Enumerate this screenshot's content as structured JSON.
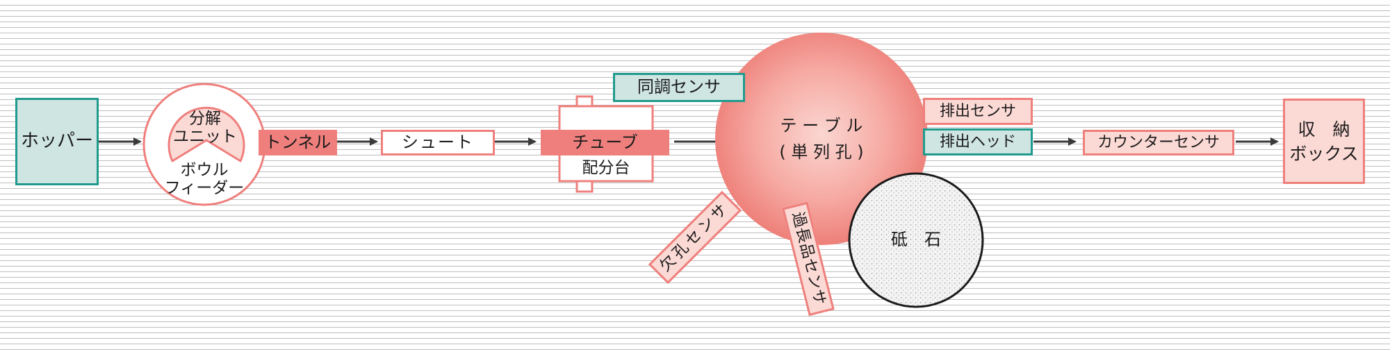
{
  "colors": {
    "teal_fill": "#cfe5e2",
    "teal_border": "#1f9a8c",
    "pink_fill": "#fbd9d5",
    "pink_border": "#ee7f7c",
    "salmon_fill": "#ee7f7c",
    "table_center": "#fbd6d1",
    "table_edge": "#ef8680",
    "arrow": "#3a3a3a"
  },
  "nodes": {
    "hopper": "ホッパー",
    "separation_unit": "分解\nユニット",
    "bowl_feeder": "ボウル\nフィーダー",
    "tunnel": "トンネル",
    "chute": "シュート",
    "tube": "チューブ",
    "distribution_stand": "配分台",
    "sync_sensor": "同調センサ",
    "table": "テ ー ブ ル\n( 単 列 孔 )",
    "discharge_sensor": "排出センサ",
    "discharge_head": "排出ヘッド",
    "counter_sensor": "カウンターセンサ",
    "storage_box": "収　納\nボックス",
    "whetstone": "砥　石",
    "missing_hole_sensor": "欠孔センサ",
    "overlength_sensor": "過長品センサ"
  }
}
